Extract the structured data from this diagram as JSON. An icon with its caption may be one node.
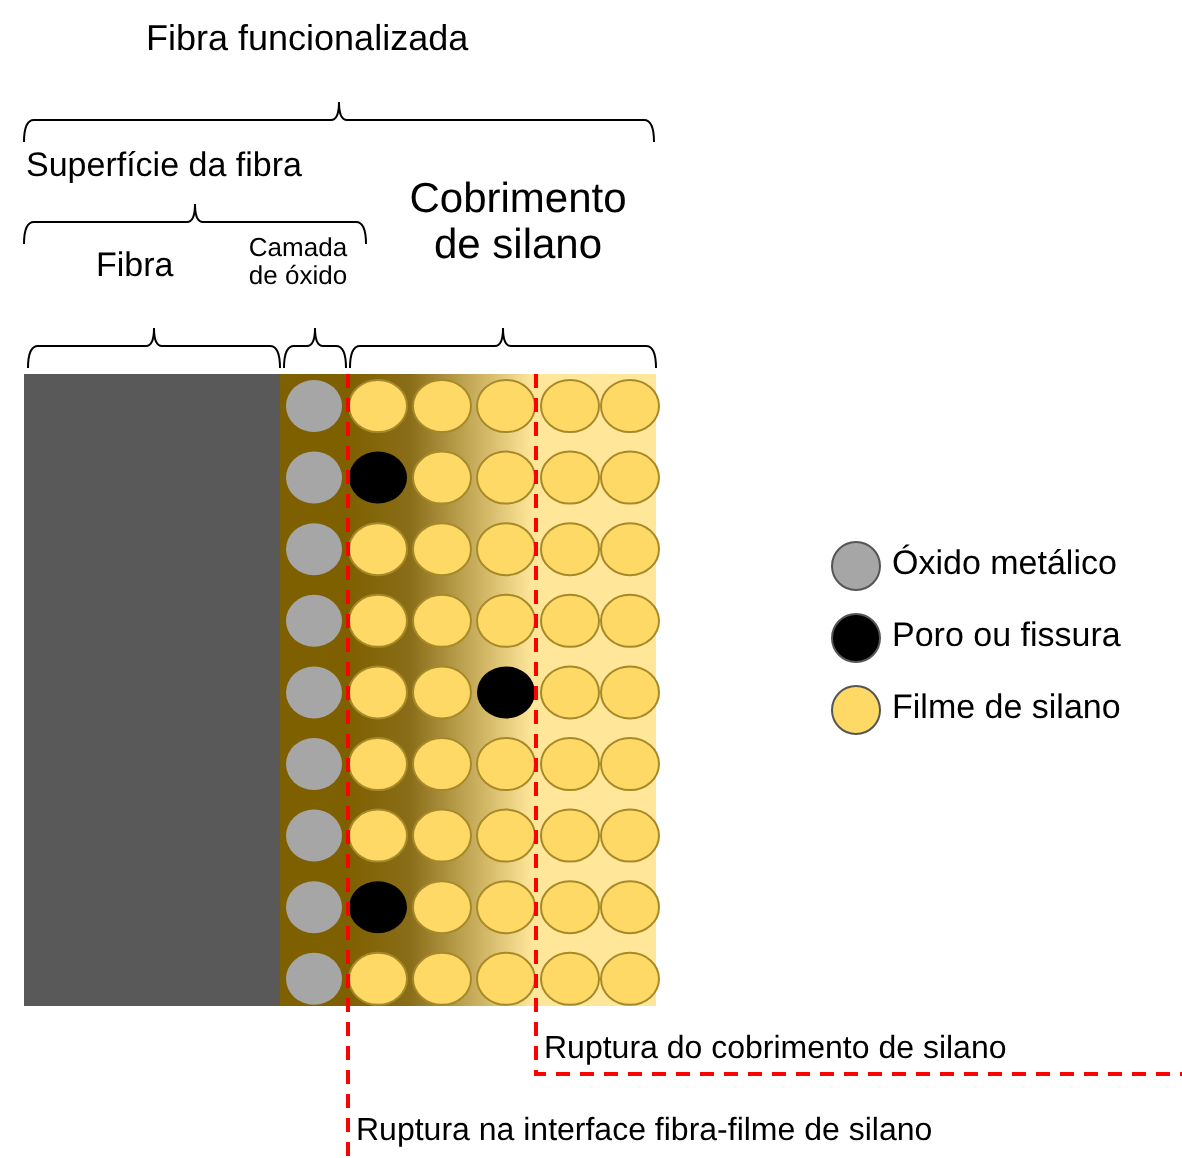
{
  "diagram": {
    "labels": [
      "Fibra funcionalizada",
      "Superfície da fibra",
      "Fibra",
      "Camada de óxido",
      "Cobrimento de silano",
      "Ruptura do cobrimento de silano",
      "Ruptura na interface fibra-filme de silano"
    ],
    "legend": [
      {
        "text": "Óxido metálico",
        "color": "#a6a6a6"
      },
      {
        "text": "Poro ou fissura",
        "color": "#000000"
      },
      {
        "text": "Filme de silano",
        "color": "#ffd966"
      }
    ]
  }
}
